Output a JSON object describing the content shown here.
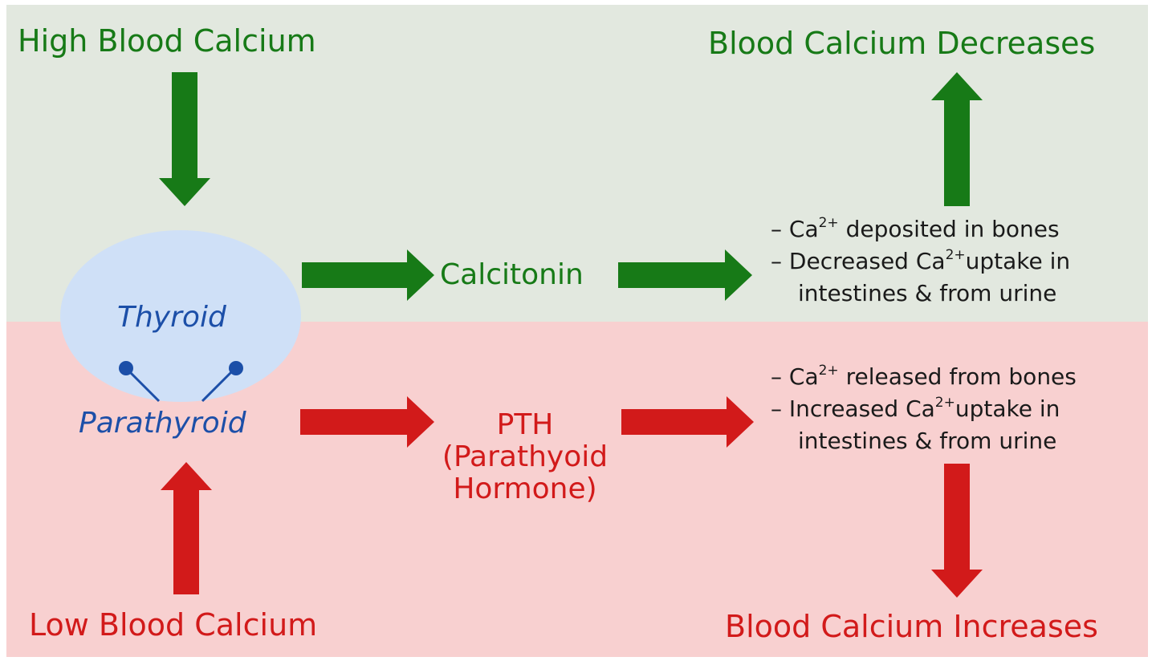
{
  "colors": {
    "top_band": "#e2e8df",
    "bottom_band": "#f8d0d0",
    "green": "#177a17",
    "red": "#d21a1a",
    "gland_fill": "#cfe0f7",
    "blue": "#1c4fa8"
  },
  "top": {
    "trigger": "High Blood Calcium",
    "hormone": "Calcitonin",
    "effect_lines": [
      {
        "prefix": "– Ca",
        "sup": "2+",
        "suffix": " deposited in bones"
      },
      {
        "prefix": "– Decreased Ca",
        "sup": "2+",
        "suffix": "uptake in"
      },
      {
        "prefix": "intestines & from urine",
        "sup": "",
        "suffix": ""
      }
    ],
    "result": "Blood Calcium Decreases"
  },
  "glands": {
    "thyroid": "Thyroid",
    "parathyroid": "Parathyroid"
  },
  "bottom": {
    "trigger": "Low Blood Calcium",
    "hormone_lines": [
      "PTH",
      "(Parathyoid",
      "Hormone)"
    ],
    "effect_lines": [
      {
        "prefix": "– Ca",
        "sup": "2+",
        "suffix": " released from bones"
      },
      {
        "prefix": "– Increased Ca",
        "sup": "2+",
        "suffix": "uptake in"
      },
      {
        "prefix": "intestines & from urine",
        "sup": "",
        "suffix": ""
      }
    ],
    "result": "Blood Calcium Increases"
  }
}
